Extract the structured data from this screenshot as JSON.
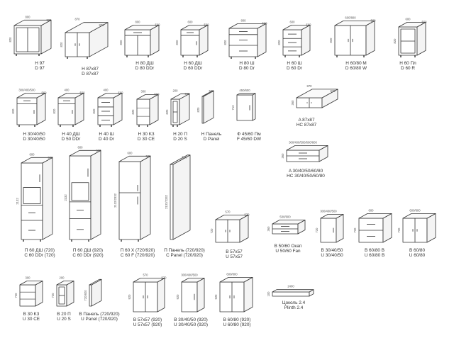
{
  "items": [
    {
      "id": "h97",
      "dims": [
        "800",
        "560",
        "820"
      ],
      "labels": [
        "H 97",
        "D 97"
      ]
    },
    {
      "id": "h8787",
      "dims": [
        "870",
        "870",
        "820"
      ],
      "labels": [
        "H 87x87",
        "D 87x87"
      ]
    },
    {
      "id": "h80dsh",
      "dims": [
        "800",
        "560",
        "820"
      ],
      "labels": [
        "H 80 ДШ",
        "D 80 DDr"
      ]
    },
    {
      "id": "h60dsh",
      "dims": [
        "600",
        "560",
        "820"
      ],
      "labels": [
        "H 60 ДШ",
        "D 60 DDr"
      ]
    },
    {
      "id": "h80sh",
      "dims": [
        "800",
        "560",
        "820"
      ],
      "labels": [
        "H 80 Ш",
        "D 80 Dr"
      ]
    },
    {
      "id": "h60sh",
      "dims": [
        "600",
        "560",
        "820"
      ],
      "labels": [
        "H 60 Ш",
        "D 60 Dr"
      ]
    },
    {
      "id": "h6080m",
      "dims": [
        "600/800",
        "560",
        "820"
      ],
      "labels": [
        "H 60/80 M",
        "D 60/80 W"
      ]
    },
    {
      "id": "h60pl",
      "dims": [
        "600",
        "560",
        "820"
      ],
      "labels": [
        "H 60 Пл",
        "D 60 R"
      ]
    },
    {
      "id": "h304050",
      "dims": [
        "300/400/500",
        "560",
        "820"
      ],
      "labels": [
        "H 30/40/50",
        "D 30/40/50"
      ]
    },
    {
      "id": "h40dsh",
      "dims": [
        "400",
        "560",
        "820"
      ],
      "labels": [
        "H 40 ДШ",
        "D 50 DDr"
      ]
    },
    {
      "id": "h40sh",
      "dims": [
        "400",
        "560",
        "820"
      ],
      "labels": [
        "H 40 Ш",
        "D 40 Dr"
      ]
    },
    {
      "id": "h30k3",
      "dims": [
        "300",
        "560",
        "820"
      ],
      "labels": [
        "H 30 K3",
        "D 30 CE"
      ]
    },
    {
      "id": "h20p",
      "dims": [
        "200",
        "560",
        "820"
      ],
      "labels": [
        "H 20 П",
        "D 20 S"
      ]
    },
    {
      "id": "hpanel",
      "dims": [
        "",
        "560",
        "820"
      ],
      "labels": [
        "H Панель",
        "D Panel"
      ]
    },
    {
      "id": "f4560",
      "dims": [
        "450/600",
        "",
        "713"
      ],
      "labels": [
        "Ф 45/60 Пм",
        "F 45/60 DW"
      ]
    },
    {
      "id": "a8787",
      "dims": [
        "870",
        "870",
        "360"
      ],
      "labels": [
        "A 87x87",
        "HC 87x87"
      ]
    },
    {
      "id": "a30",
      "dims": [
        "300/400/500/600/800",
        "",
        "360"
      ],
      "labels": [
        "A 30/40/50/60/80",
        "HC 30/40/50/60/80"
      ]
    },
    {
      "id": "p60dsh",
      "dims": [
        "600",
        "560",
        "2132"
      ],
      "labels": [
        "П 60 ДШ (720)",
        "C 60 DDr (720)"
      ]
    },
    {
      "id": "p60dsh920",
      "dims": [
        "600",
        "560",
        "2332"
      ],
      "labels": [
        "П 60 ДШ (920)",
        "C 60 DDr (920)"
      ]
    },
    {
      "id": "p60x",
      "dims": [
        "600",
        "560",
        "2132/2332"
      ],
      "labels": [
        "П 60 Х (720/920)",
        "C 60 F (720/920)"
      ]
    },
    {
      "id": "ppanel",
      "dims": [
        "",
        "560",
        "2132/2332"
      ],
      "labels": [
        "П Панель (720/920)",
        "C Panel (720/920)"
      ]
    },
    {
      "id": "b5757",
      "dims": [
        "570",
        "570",
        "720"
      ],
      "labels": [
        "B 57x57",
        "U 57x57"
      ]
    },
    {
      "id": "b5060",
      "dims": [
        "500/600",
        "",
        "360"
      ],
      "labels": [
        "B 50/60 Oкап",
        "U 50/60 Fan"
      ]
    },
    {
      "id": "b304050",
      "dims": [
        "300/400/500",
        "",
        "720"
      ],
      "labels": [
        "B 30/40/50",
        "U 30/40/50"
      ]
    },
    {
      "id": "b60b",
      "dims": [
        "600",
        "",
        "720"
      ],
      "labels": [
        "B 60/80 B",
        "U 60/80 B"
      ]
    },
    {
      "id": "b6080",
      "dims": [
        "600/800",
        "",
        "720"
      ],
      "labels": [
        "B 60/80",
        "U 60/80"
      ]
    },
    {
      "id": "b30k3",
      "dims": [
        "300",
        "",
        "720"
      ],
      "labels": [
        "B 30 K3",
        "U 30 CE"
      ]
    },
    {
      "id": "b20p",
      "dims": [
        "200",
        "",
        "720"
      ],
      "labels": [
        "B 20 П",
        "U 20 S"
      ]
    },
    {
      "id": "bpanel",
      "dims": [
        "",
        "",
        "720/920"
      ],
      "labels": [
        "B Панель (720/920)",
        "U Panel (720/920)"
      ]
    },
    {
      "id": "b5757_920",
      "dims": [
        "570",
        "570",
        "920"
      ],
      "labels": [
        "B 57x57 (920)",
        "U 57x57 (920)"
      ]
    },
    {
      "id": "b304050_920",
      "dims": [
        "300/400/500",
        "",
        "920"
      ],
      "labels": [
        "B 30/40/50 (920)",
        "U 30/40/50 (920)"
      ]
    },
    {
      "id": "b6080_920",
      "dims": [
        "600/800",
        "",
        "920"
      ],
      "labels": [
        "B 60/80 (920)",
        "U 60/80 (920)"
      ]
    },
    {
      "id": "plinth",
      "dims": [
        "2400",
        "",
        "100"
      ],
      "labels": [
        "Цоколь 2.4",
        "Plinth  2.4"
      ]
    }
  ]
}
